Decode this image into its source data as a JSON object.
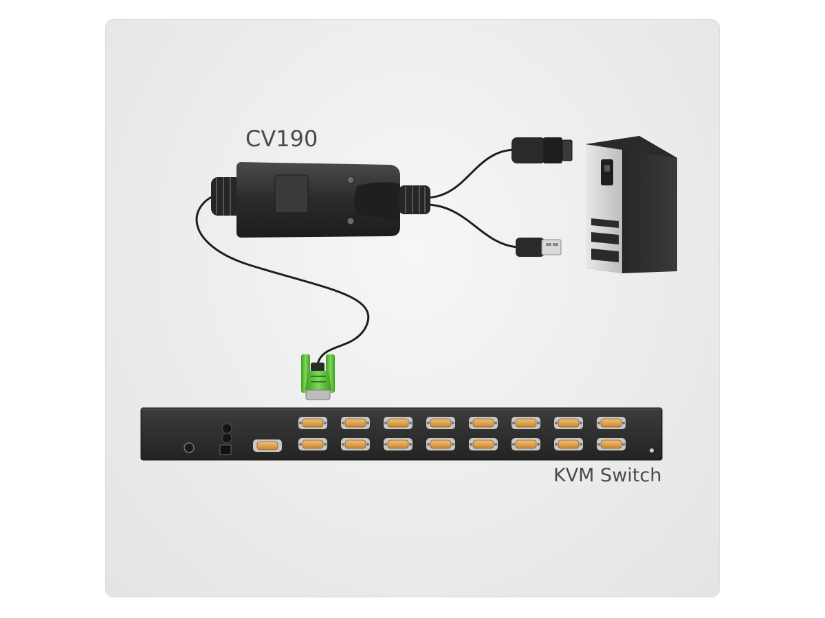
{
  "diagram": {
    "labels": {
      "adapter": "CV190",
      "switch": "KVM Switch"
    },
    "colors": {
      "background": "#ececec",
      "device_body": "#2e2e2e",
      "vga_connector": "#5fc23a",
      "switch_port": "#e0a44a"
    },
    "switch_ports": {
      "rows": 2,
      "per_row": 8,
      "console_ports": 1
    }
  }
}
